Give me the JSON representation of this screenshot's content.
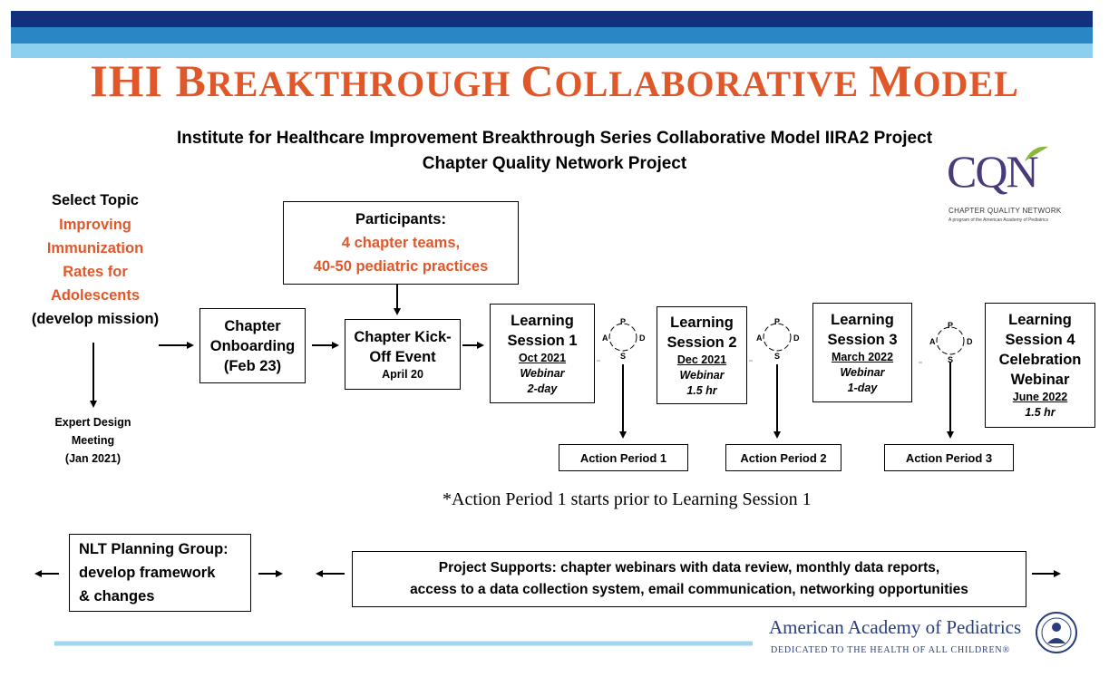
{
  "colors": {
    "accent": "#e0582a",
    "band_dark": "#12307c",
    "band_mid": "#2a86c4",
    "band_light": "#8ccfef"
  },
  "title": {
    "part1_big": "IHI B",
    "part1": "REAKTHROUGH ",
    "part2_big": "C",
    "part2": "OLLABORATIVE ",
    "part3_big": "M",
    "part3": "ODEL"
  },
  "subtitle": {
    "line1": "Institute for Healthcare Improvement Breakthrough Series Collaborative Model IIRA2 Project",
    "line2": "Chapter Quality Network Project"
  },
  "logo_cqn": {
    "mark": "CQN",
    "name": "CHAPTER QUALITY NETWORK",
    "tagline": "A program of the American Academy of Pediatrics"
  },
  "select_topic": {
    "heading": "Select Topic",
    "line1": "Improving",
    "line2": "Immunization",
    "line3": "Rates for",
    "line4": "Adolescents",
    "line5": "(develop mission)"
  },
  "expert_meeting": {
    "line1": "Expert Design",
    "line2": "Meeting",
    "line3": "(Jan 2021)"
  },
  "participants": {
    "heading": "Participants:",
    "line1": "4 chapter teams,",
    "line2": "40-50 pediatric practices"
  },
  "onboarding": {
    "line1": "Chapter",
    "line2": "Onboarding",
    "line3": "(Feb 23)"
  },
  "kickoff": {
    "line1": "Chapter Kick-",
    "line2": "Off Event",
    "date": "April 20"
  },
  "ls1": {
    "line1": "Learning",
    "line2": "Session 1",
    "date": "Oct 2021",
    "mode": "Webinar",
    "duration": "2-day"
  },
  "ls2": {
    "line1": "Learning",
    "line2": "Session 2",
    "date": "Dec 2021",
    "mode": "Webinar",
    "duration": "1.5 hr"
  },
  "ls3": {
    "line1": "Learning",
    "line2": "Session 3",
    "date": "March 2022",
    "mode": "Webinar",
    "duration": "1-day"
  },
  "ls4": {
    "line1": "Learning",
    "line2": "Session 4",
    "line3": "Celebration",
    "line4": "Webinar",
    "date": "June 2022",
    "duration": "1.5 hr"
  },
  "pdsa": {
    "p": "P",
    "d": "D",
    "s": "S",
    "a": "A"
  },
  "action_periods": [
    "Action Period 1",
    "Action Period 2",
    "Action Period 3"
  ],
  "note": "*Action Period 1 starts prior to Learning Session 1",
  "nlt": {
    "line1": "NLT Planning Group:",
    "line2": "develop framework",
    "line3": "& changes"
  },
  "supports": {
    "line1": "Project Supports: chapter webinars with data review, monthly data reports,",
    "line2": "access to a data collection system,   email communication, networking opportunities"
  },
  "aap": {
    "name": "American Academy of Pediatrics",
    "tagline": "DEDICATED TO THE HEALTH OF ALL CHILDREN®"
  }
}
